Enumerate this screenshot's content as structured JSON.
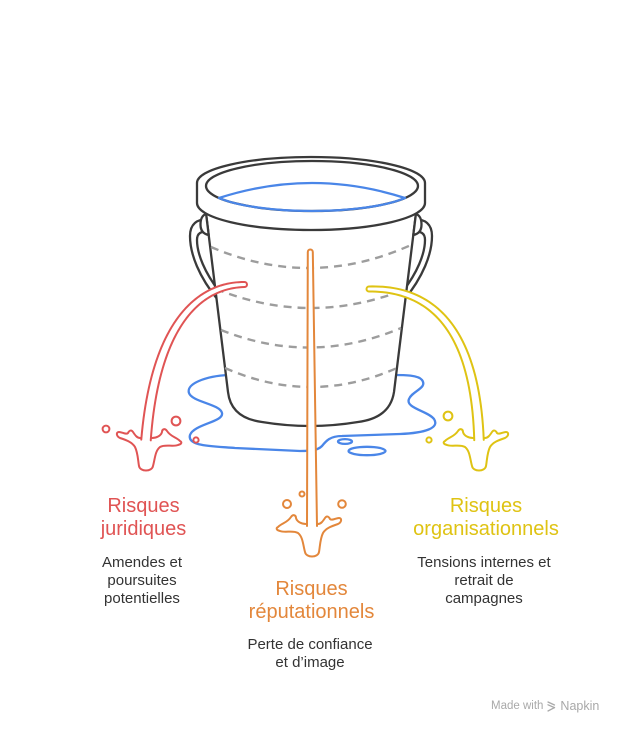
{
  "illustration": {
    "icon": "leaking-bucket-icon",
    "water_color": "#4A86E8"
  },
  "risks": [
    {
      "color": "#E05454",
      "title_lines": [
        "Risques",
        "juridiques"
      ],
      "description_lines": [
        "Amendes et",
        "poursuites",
        "potentielles"
      ]
    },
    {
      "color": "#E3873B",
      "title_lines": [
        "Risques",
        "réputationnels"
      ],
      "description_lines": [
        "Perte de confiance",
        "et d’image"
      ]
    },
    {
      "color": "#DFC313",
      "title_lines": [
        "Risques",
        "organisationnels"
      ],
      "description_lines": [
        "Tensions internes et",
        "retrait de",
        "campagnes"
      ]
    }
  ],
  "watermark": {
    "prefix": "Made with",
    "brand": "Napkin",
    "icon": "napkin-logo-icon",
    "color": "#A9A9A9"
  }
}
